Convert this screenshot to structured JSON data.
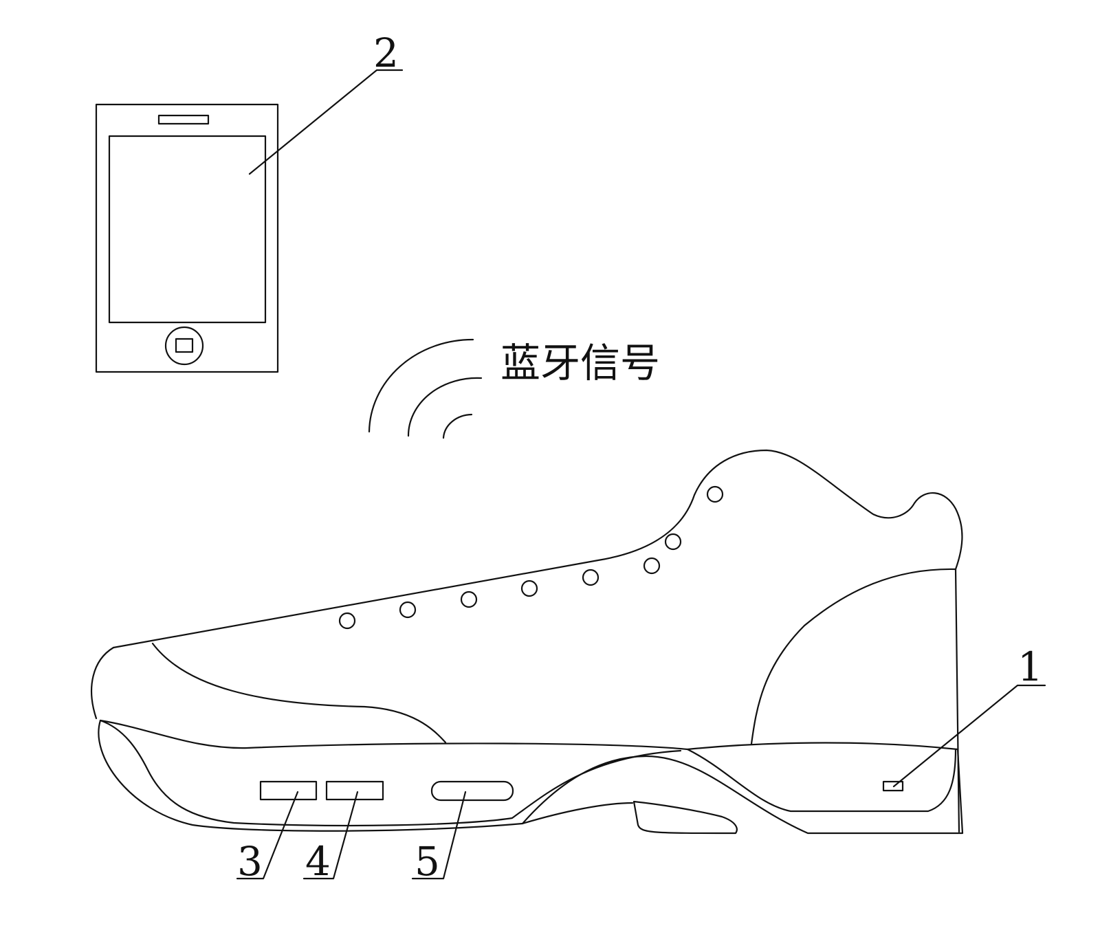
{
  "signal_text": "蓝牙信号",
  "labels": {
    "shoe_component": "1",
    "phone": "2",
    "module_3": "3",
    "module_4": "4",
    "module_5": "5"
  }
}
